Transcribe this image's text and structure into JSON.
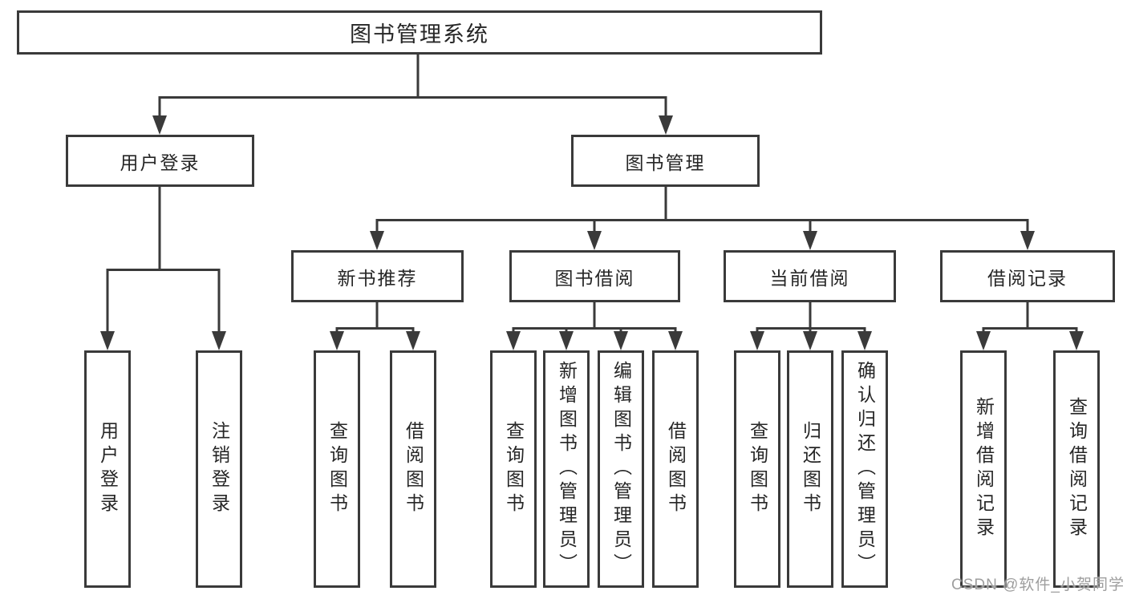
{
  "diagram_type": "hierarchy-tree",
  "tree": {
    "label": "图书管理系统",
    "children": [
      {
        "label": "用户登录",
        "children": [
          {
            "label": "用户登录"
          },
          {
            "label": "注销登录"
          }
        ]
      },
      {
        "label": "图书管理",
        "children": [
          {
            "label": "新书推荐",
            "children": [
              {
                "label": "查询图书"
              },
              {
                "label": "借阅图书"
              }
            ]
          },
          {
            "label": "图书借阅",
            "children": [
              {
                "label": "查询图书"
              },
              {
                "label": "新增图书（管理员）"
              },
              {
                "label": "编辑图书（管理员）"
              },
              {
                "label": "借阅图书"
              }
            ]
          },
          {
            "label": "当前借阅",
            "children": [
              {
                "label": "查询图书"
              },
              {
                "label": "归还图书"
              },
              {
                "label": "确认归还（管理员）"
              }
            ]
          },
          {
            "label": "借阅记录",
            "children": [
              {
                "label": "新增借阅记录"
              },
              {
                "label": "查询借阅记录"
              }
            ]
          }
        ]
      }
    ]
  },
  "watermark": {
    "text": "CSDN @软件_小贺同学"
  },
  "colors": {
    "line": "#3a3a3a",
    "box_border": "#3a3a3a",
    "box_fill": "#ffffff",
    "text": "#262626",
    "watermark": "#9e9e9e",
    "background": "#ffffff"
  }
}
